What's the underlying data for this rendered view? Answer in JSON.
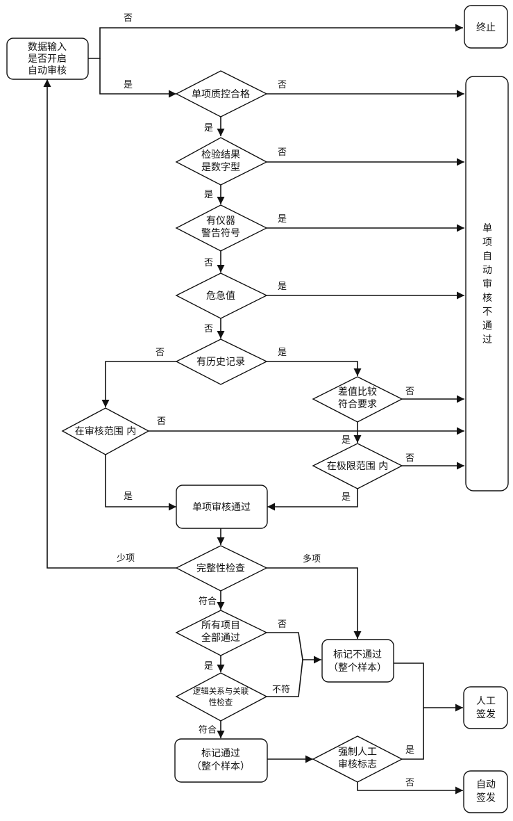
{
  "nodes": {
    "data_input": [
      "数据输入",
      "是否开启",
      "自动审核"
    ],
    "end": "终止",
    "qc": "单项质控合格",
    "numeric": [
      "检验结果",
      "是数字型"
    ],
    "warning": [
      "有仪器",
      "警告符号"
    ],
    "critical": "危急值",
    "history": "有历史记录",
    "delta": [
      "差值比较",
      "符合要求"
    ],
    "range": "在审核范围 内",
    "limit": "在极限范围 内",
    "fail_box": [
      "单",
      "项",
      "自",
      "动",
      "审",
      "核",
      "不",
      "通",
      "过"
    ],
    "single_pass": "单项审核通过",
    "completeness": "完整性检查",
    "all_pass": [
      "所有项目",
      "全部通过"
    ],
    "logic": [
      "逻辑关系与关联",
      "性检查"
    ],
    "mark_fail": [
      "标记不通过",
      "（整个样本）"
    ],
    "mark_pass": [
      "标记通过",
      "（整个样本）"
    ],
    "force": [
      "强制人工",
      "审核标志"
    ],
    "manual": [
      "人工",
      "签发"
    ],
    "auto": [
      "自动",
      "签发"
    ]
  },
  "edges": {
    "input_no": "否",
    "input_yes": "是",
    "qc_no": "否",
    "qc_yes": "是",
    "numeric_no": "否",
    "numeric_yes": "是",
    "warning_yes": "是",
    "warning_no": "否",
    "critical_yes": "是",
    "critical_no": "否",
    "history_no": "否",
    "history_yes": "是",
    "delta_no": "否",
    "delta_yes": "是",
    "range_no": "否",
    "range_yes": "是",
    "limit_no": "否",
    "limit_yes": "是",
    "comp_few": "少项",
    "comp_many": "多项",
    "comp_ok": "符合",
    "all_no": "否",
    "all_yes": "是",
    "logic_no": "不符",
    "logic_ok": "符合",
    "force_yes": "是",
    "force_no": "否"
  }
}
